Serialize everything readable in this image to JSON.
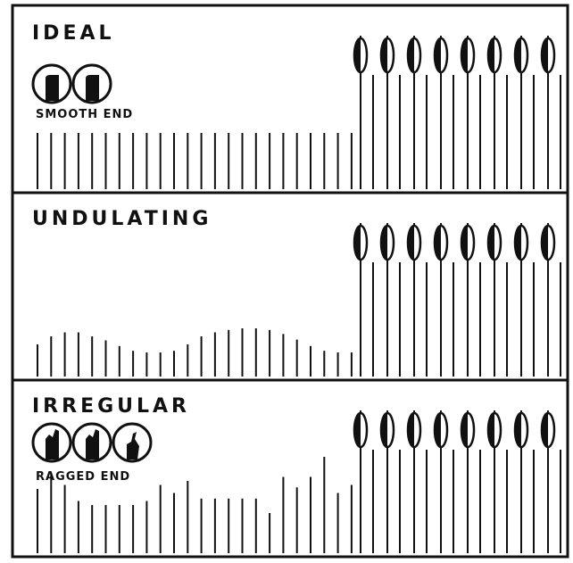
{
  "panels": [
    {
      "id": "ideal",
      "title": "IDEAL",
      "caption": "SMOOTH END",
      "end_icons": [
        "smooth-end",
        "smooth-end"
      ],
      "shaft_ends": [
        7,
        7,
        7,
        7,
        7,
        7,
        7,
        7,
        7,
        7,
        7,
        7,
        7,
        7,
        7,
        7,
        7,
        7,
        7,
        7,
        7,
        7,
        7,
        7
      ]
    },
    {
      "id": "undulating",
      "title": "UNDULATING",
      "caption": "",
      "end_icons": [],
      "shaft_ends": [
        4,
        5,
        5.5,
        5.5,
        5,
        4.5,
        3.8,
        3.2,
        3,
        3,
        3.2,
        4,
        5,
        5.5,
        5.8,
        6,
        6,
        5.8,
        5.3,
        4.6,
        3.8,
        3.2,
        3,
        3
      ]
    },
    {
      "id": "irregular",
      "title": "IRREGULAR",
      "caption": "RAGGED END",
      "end_icons": [
        "ragged-end",
        "ragged-end",
        "ragged-end-broken"
      ],
      "shaft_ends": [
        8,
        10,
        8.5,
        6.5,
        6,
        6,
        6,
        6,
        6.5,
        8.5,
        7.5,
        9,
        6.8,
        6.8,
        6.8,
        6.8,
        6.8,
        5,
        9.5,
        8.2,
        9.5,
        12,
        7.5,
        8.5
      ]
    }
  ],
  "bulb_count": 8
}
